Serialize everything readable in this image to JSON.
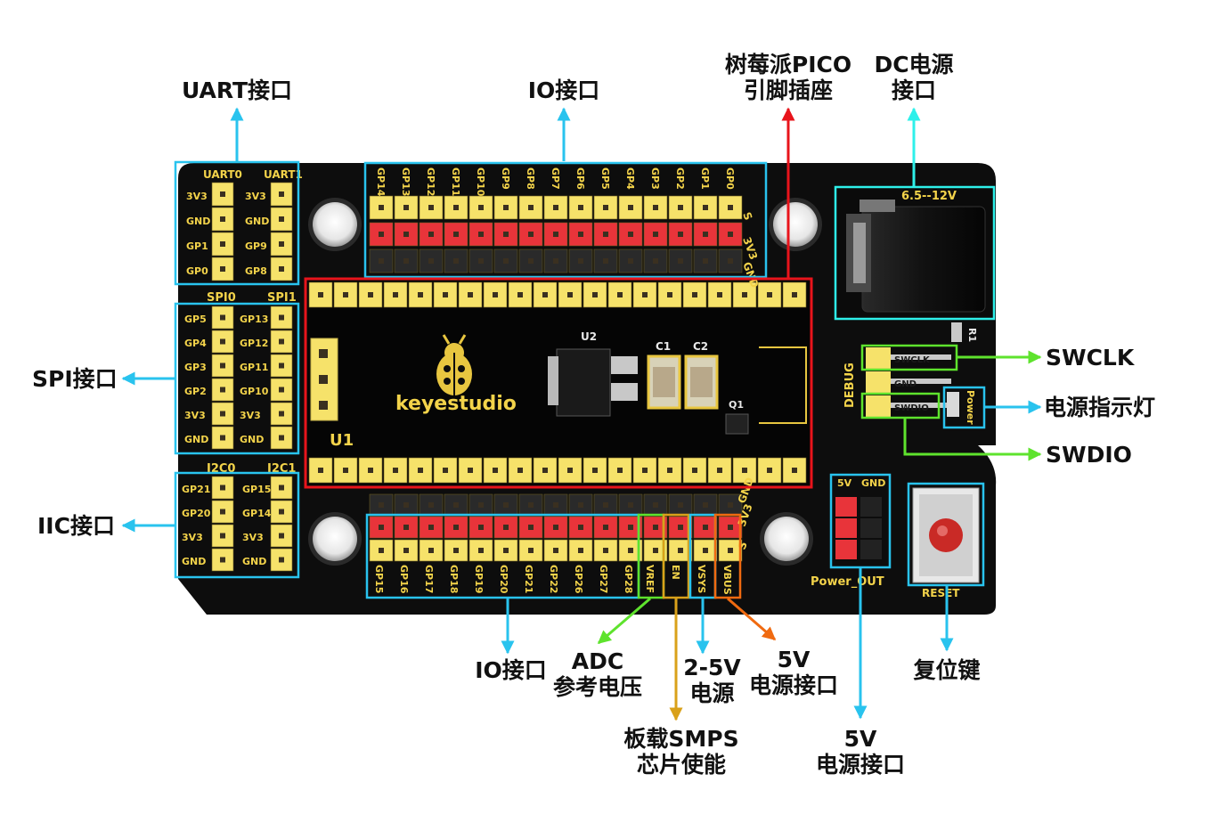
{
  "labels": {
    "uart_interface": "UART接口",
    "io_top": "IO接口",
    "pico_socket_line1": "树莓派PICO",
    "pico_socket_line2": "引脚插座",
    "dc_power_line1": "DC电源",
    "dc_power_line2": "接口",
    "swclk": "SWCLK",
    "power_led": "电源指示灯",
    "swdio": "SWDIO",
    "spi_interface": "SPI接口",
    "iic_interface": "IIC接口",
    "io_bottom": "IO接口",
    "adc_line1": "ADC",
    "adc_line2": "参考电压",
    "smps_line1": "板载SMPS",
    "smps_line2": "芯片使能",
    "v25_line1": "2-5V",
    "v25_line2": "电源",
    "v5usb_line1": "5V",
    "v5usb_line2": "电源接口",
    "v5out_line1": "5V",
    "v5out_line2": "电源接口",
    "reset_key": "复位键"
  },
  "silk": {
    "uart0": "UART0",
    "uart1": "UART1",
    "uart0_pins": [
      "3V3",
      "GND",
      "GP1",
      "GP0"
    ],
    "uart1_pins": [
      "3V3",
      "GND",
      "GP9",
      "GP8"
    ],
    "spi0": "SPI0",
    "spi1": "SPI1",
    "spi0_pins": [
      "GP5",
      "GP4",
      "GP3",
      "GP2",
      "3V3",
      "GND"
    ],
    "spi1_pins": [
      "GP13",
      "GP12",
      "GP11",
      "GP10",
      "3V3",
      "GND"
    ],
    "i2c0": "I2C0",
    "i2c1": "I2C1",
    "i2c0_pins": [
      "GP21",
      "GP20",
      "3V3",
      "GND"
    ],
    "i2c1_pins": [
      "GP15",
      "GP14",
      "3V3",
      "GND"
    ],
    "top_io_pins": [
      "GP14",
      "GP13",
      "GP12",
      "GP11",
      "GP10",
      "GP9",
      "GP8",
      "GP7",
      "GP6",
      "GP5",
      "GP4",
      "GP3",
      "GP2",
      "GP1",
      "GP0"
    ],
    "top_rows": [
      "S",
      "3V3",
      "GND"
    ],
    "bottom_io_pins": [
      "GP15",
      "GP16",
      "GP17",
      "GP18",
      "GP19",
      "GP20",
      "GP21",
      "GP22",
      "GP26",
      "GP27",
      "GP28"
    ],
    "bottom_special_pins": [
      "VREF",
      "EN",
      "VSYS",
      "VBUS"
    ],
    "bottom_rows": [
      "GND",
      "3V3",
      "S"
    ],
    "dc_range": "6.5--12V",
    "debug": "DEBUG",
    "debug_pins": [
      "SWCLK",
      "GND",
      "SWDIO"
    ],
    "power_led": "Power",
    "power_out": "Power_OUT",
    "power_out_heads": [
      "5V",
      "GND"
    ],
    "reset": "RESET",
    "brand": "keyestudio",
    "u1": "U1",
    "u2": "U2",
    "c1": "C1",
    "c2": "C2",
    "q1": "Q1",
    "r1": "R1"
  },
  "colors": {
    "board": "#0d0d0d",
    "header_yellow": "#f6e26a",
    "header_red": "#e8343a",
    "silk_yellow": "#f3d34a",
    "cyan_callout": "#29c3ee",
    "red_callout": "#e8141b",
    "green_callout": "#5ee32d",
    "gold_callout": "#d9a11a",
    "orange_callout": "#f06a10",
    "aqua_callout": "#2ef0ea"
  }
}
